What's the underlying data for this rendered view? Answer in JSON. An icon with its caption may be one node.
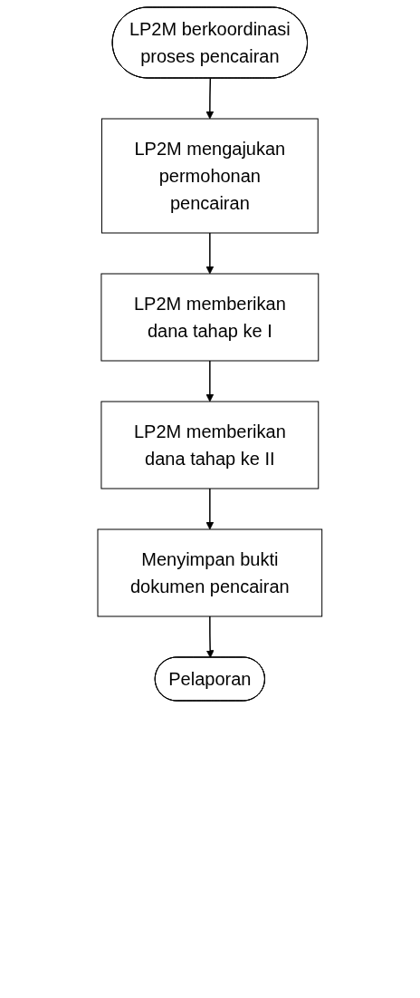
{
  "diagram": {
    "nodes": [
      {
        "text": [
          "LP2M berkoordinasi proses pencairan"
        ]
      },
      {
        "text": [
          "LP2M mengajukan permohonan pencairan"
        ]
      },
      {
        "text": [
          "LP2M memberikan dana tahap ke I"
        ]
      },
      {
        "text": [
          "LP2M memberikan dana tahap ke II"
        ]
      },
      {
        "text": [
          "Menyimpan bukti dokumen pencairan"
        ]
      },
      {
        "text": [
          "Pelaporan"
        ]
      }
    ],
    "edges": [
      {
        "from": 0,
        "to": 1,
        "arrow": "to"
      },
      {
        "from": 1,
        "to": 2,
        "arrow": "to"
      },
      {
        "from": 2,
        "to": 3,
        "arrow": "to"
      },
      {
        "from": 3,
        "to": 4,
        "arrow": "to"
      },
      {
        "from": 4,
        "to": 5,
        "arrow": "to"
      }
    ]
  }
}
